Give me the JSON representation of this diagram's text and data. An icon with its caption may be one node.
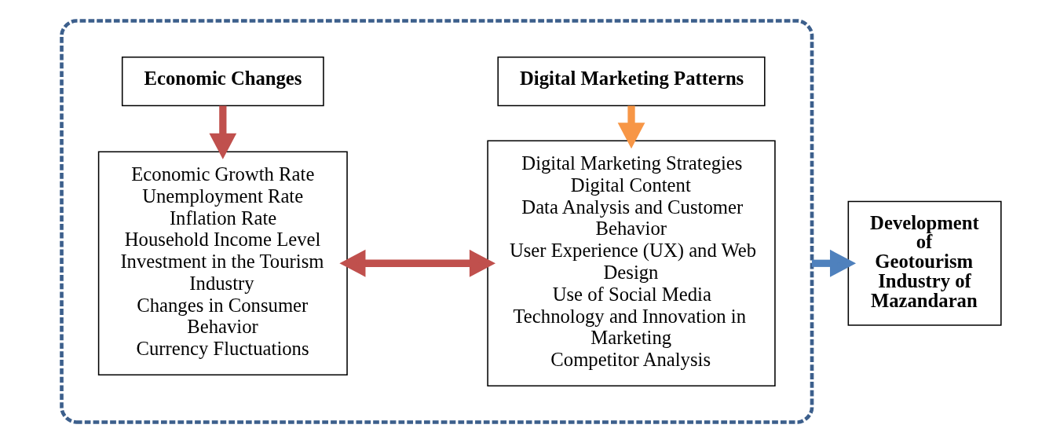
{
  "diagram": {
    "nodes": [
      {
        "text": [],
        "shape": "box"
      },
      {
        "text": [
          "Economic Changes"
        ],
        "in": 0
      },
      {
        "text": [
          "Economic Growth Rate",
          "Unemployment Rate",
          "Inflation Rate",
          "Household Income Level",
          "Investment in the Tourism Industry",
          "Changes in Consumer Behavior",
          "Currency Fluctuations"
        ],
        "in": 0
      },
      {
        "text": [
          "Digital Marketing Patterns"
        ],
        "in": 0
      },
      {
        "text": [
          "Digital Marketing Strategies",
          "Digital Content",
          "Data Analysis and Customer Behavior",
          "User Experience (UX) and Web Design",
          "Use of Social Media",
          "Technology and Innovation in Marketing",
          "Competitor Analysis"
        ],
        "in": 0
      },
      {
        "text": [
          "Development of Geotourism Industry of Mazandaran"
        ]
      }
    ],
    "edges": [
      {
        "from": 1,
        "to": 2,
        "arrow": "to"
      },
      {
        "from": 3,
        "to": 4,
        "arrow": "to",
        "color": "#f79646"
      },
      {
        "from": 2,
        "to": 4,
        "arrow": "both"
      },
      {
        "from": 0,
        "to": 5,
        "arrow": "to",
        "color": "#4f81bd"
      }
    ]
  }
}
